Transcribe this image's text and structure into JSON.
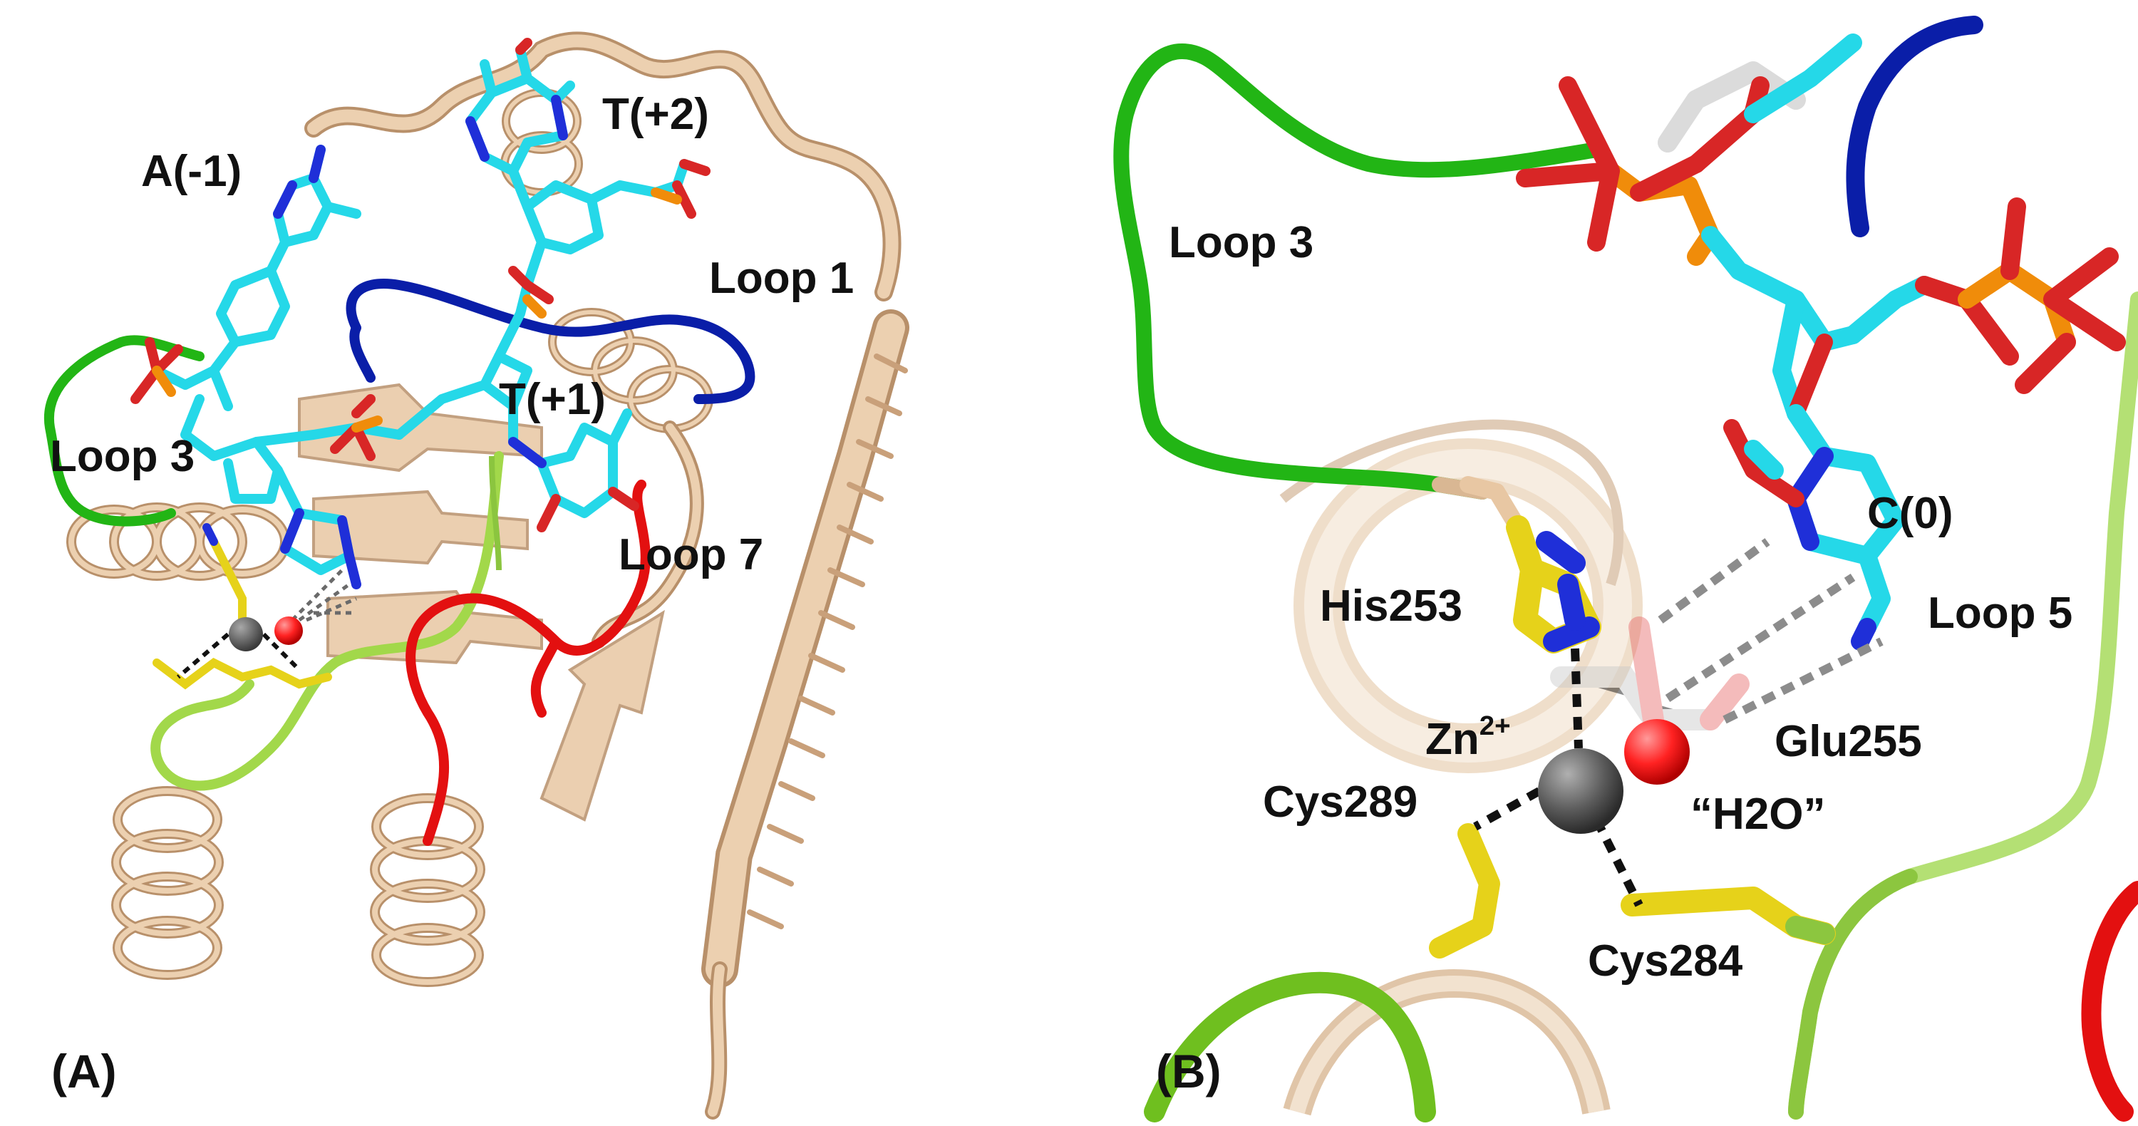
{
  "panels": [
    {
      "id": "A",
      "panel_label": "(A)",
      "labels": {
        "a_minus1": "A(-1)",
        "t_plus2": "T(+2)",
        "loop1": "Loop 1",
        "t_plus1": "T(+1)",
        "loop3": "Loop 3",
        "loop7": "Loop 7"
      }
    },
    {
      "id": "B",
      "panel_label": "(B)",
      "labels": {
        "loop3": "Loop 3",
        "c0": "C(0)",
        "his253": "His253",
        "loop5": "Loop 5",
        "zn_base": "Zn",
        "zn_charge": "2+",
        "glu255": "Glu255",
        "cys289": "Cys289",
        "water": "“H2O”",
        "cys284": "Cys284"
      }
    }
  ],
  "colors": {
    "protein": "#e8c7a3",
    "protein_edge": "#b8906a",
    "loop1": "#0a1ea8",
    "loop3": "#22b515",
    "loop5": "#a2d84a",
    "loop7": "#e31010",
    "carbon": "#25d8e8",
    "nitrogen": "#1f2fd8",
    "oxygen": "#d82626",
    "phosphorus": "#f08c0a",
    "sulfur": "#e6d21a",
    "zinc": "#5c5c5c",
    "water": "#ff2b2b"
  }
}
